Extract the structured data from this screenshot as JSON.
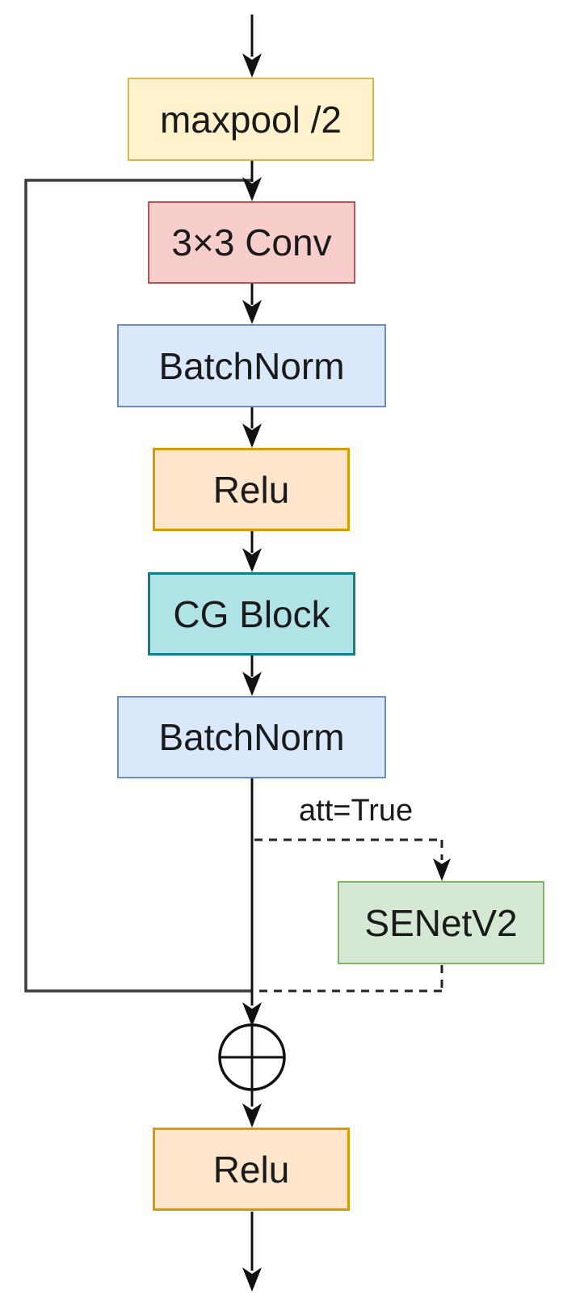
{
  "diagram": {
    "type": "flowchart",
    "nodes": [
      {
        "id": "maxpool",
        "label": "maxpool /2",
        "fill": "#FFF2CC",
        "stroke": "#D6B656"
      },
      {
        "id": "conv3x3",
        "label": "3×3 Conv",
        "fill": "#F8CECC",
        "stroke": "#B85450"
      },
      {
        "id": "batchnorm1",
        "label": "BatchNorm",
        "fill": "#DAE8FC",
        "stroke": "#6C8EBF"
      },
      {
        "id": "relu1",
        "label": "Relu",
        "fill": "#FFE6CC",
        "stroke": "#D79B00"
      },
      {
        "id": "cgblock",
        "label": "CG Block",
        "fill": "#B0E3E6",
        "stroke": "#0E8088"
      },
      {
        "id": "batchnorm2",
        "label": "BatchNorm",
        "fill": "#DAE8FC",
        "stroke": "#6C8EBF"
      },
      {
        "id": "senetv2",
        "label": "SENetV2",
        "fill": "#D5E8D4",
        "stroke": "#82B366"
      },
      {
        "id": "relu2",
        "label": "Relu",
        "fill": "#FFE6CC",
        "stroke": "#D79B00"
      }
    ],
    "attention_label": {
      "text": "att=True"
    },
    "operator": {
      "symbol": "⊕",
      "meaning": "element-wise add"
    },
    "edges": [
      {
        "from": "input",
        "to": "maxpool",
        "style": "solid-arrow"
      },
      {
        "from": "maxpool",
        "to": "conv3x3",
        "style": "solid-arrow"
      },
      {
        "from": "maxpool",
        "to": "add",
        "style": "solid",
        "note": "skip connection down left side"
      },
      {
        "from": "conv3x3",
        "to": "batchnorm1",
        "style": "solid-arrow"
      },
      {
        "from": "batchnorm1",
        "to": "relu1",
        "style": "solid-arrow"
      },
      {
        "from": "relu1",
        "to": "cgblock",
        "style": "solid-arrow"
      },
      {
        "from": "cgblock",
        "to": "batchnorm2",
        "style": "solid-arrow"
      },
      {
        "from": "batchnorm2",
        "to": "add",
        "style": "solid-arrow"
      },
      {
        "from": "batchnorm2",
        "to": "senetv2",
        "style": "dashed-arrow",
        "label": "att=True"
      },
      {
        "from": "senetv2",
        "to": "add",
        "style": "dashed"
      },
      {
        "from": "add",
        "to": "relu2",
        "style": "solid-arrow"
      },
      {
        "from": "relu2",
        "to": "output",
        "style": "solid-arrow"
      }
    ],
    "colors": {
      "background": "#FFFFFF",
      "flow_line": "#111111",
      "skip_line": "#3D3D3D",
      "text": "#1A1A1A"
    }
  }
}
